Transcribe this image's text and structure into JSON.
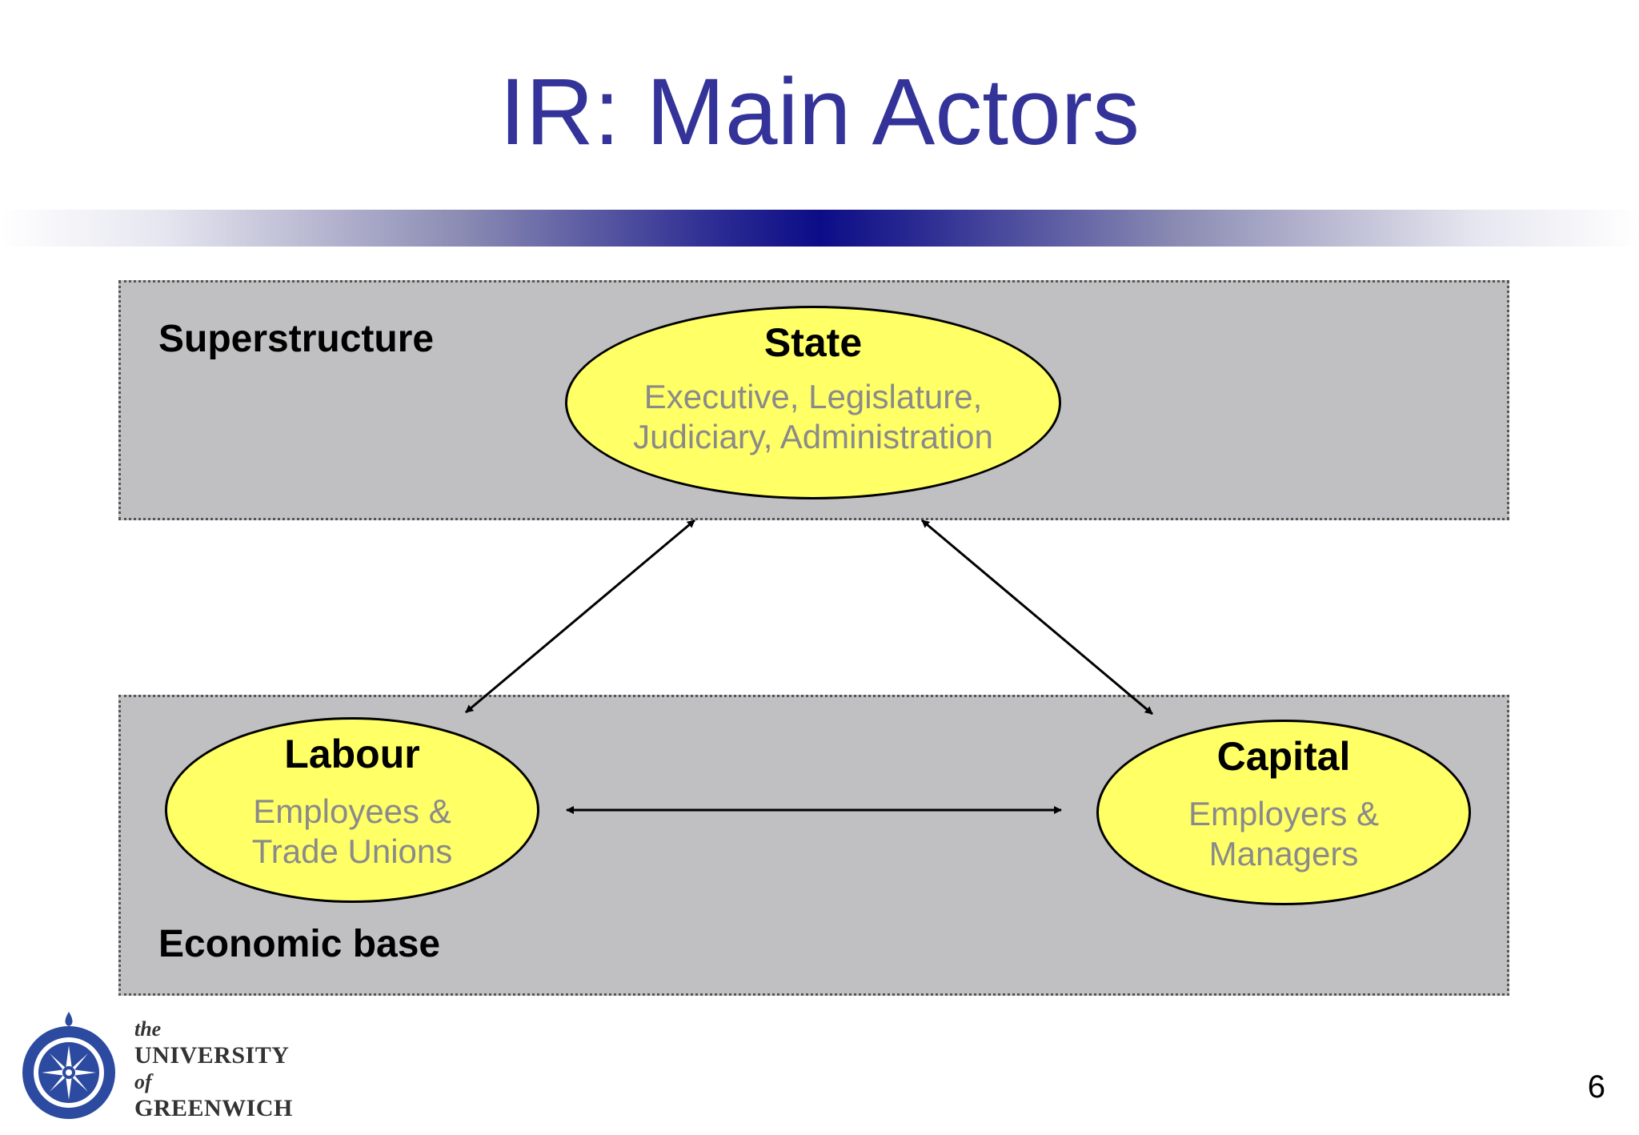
{
  "slide": {
    "title": "IR: Main Actors",
    "page_number": "6",
    "accent_color": "#333399"
  },
  "regions": {
    "top_label": "Superstructure",
    "bottom_label": "Economic base"
  },
  "actors": {
    "state": {
      "title": "State",
      "description": "Executive, Legislature,\nJudiciary, Administration"
    },
    "labour": {
      "title": "Labour",
      "description": "Employees &\nTrade Unions"
    },
    "capital": {
      "title": "Capital",
      "description": "Employers &\nManagers"
    }
  },
  "relations": [
    {
      "from": "state",
      "to": "labour",
      "kind": "bidirectional"
    },
    {
      "from": "state",
      "to": "capital",
      "kind": "bidirectional"
    },
    {
      "from": "labour",
      "to": "capital",
      "kind": "bidirectional"
    }
  ],
  "logo": {
    "line1": "the",
    "line2": "UNIVERSITY",
    "line3": "of",
    "line4": "GREENWICH"
  },
  "colors": {
    "ellipse_fill": "#ffff66",
    "panel_fill": "#c0bfc1",
    "description_text": "#8a8a8a"
  }
}
